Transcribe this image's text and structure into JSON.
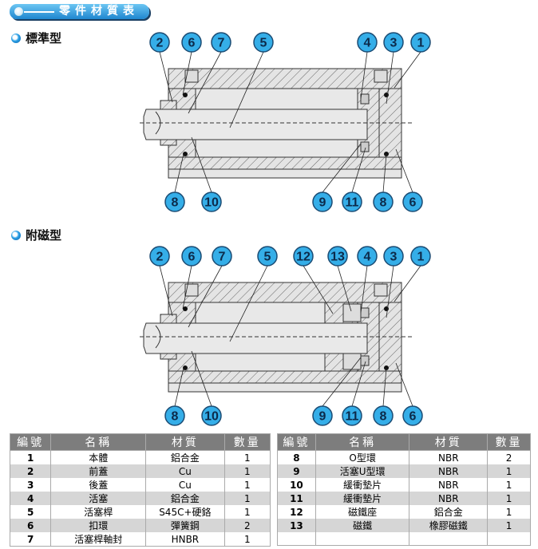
{
  "title": "零件材質表",
  "sections": [
    {
      "label": "標準型",
      "callouts_top": [
        "2",
        "6",
        "7",
        "5",
        "4",
        "3",
        "1"
      ],
      "callouts_bottom": [
        "8",
        "10",
        "9",
        "11",
        "8",
        "6"
      ]
    },
    {
      "label": "附磁型",
      "callouts_top": [
        "2",
        "6",
        "7",
        "5",
        "12",
        "13",
        "4",
        "3",
        "1"
      ],
      "callouts_bottom": [
        "8",
        "10",
        "9",
        "11",
        "8",
        "6"
      ]
    }
  ],
  "table": {
    "headers": [
      "編號",
      "名稱",
      "材質",
      "數量"
    ],
    "left": [
      [
        "1",
        "本體",
        "鋁合金",
        "1"
      ],
      [
        "2",
        "前蓋",
        "Cu",
        "1"
      ],
      [
        "3",
        "後蓋",
        "Cu",
        "1"
      ],
      [
        "4",
        "活塞",
        "鋁合金",
        "1"
      ],
      [
        "5",
        "活塞桿",
        "S45C+硬鉻",
        "1"
      ],
      [
        "6",
        "扣環",
        "彈簧鋼",
        "2"
      ],
      [
        "7",
        "活塞桿軸封",
        "HNBR",
        "1"
      ]
    ],
    "right": [
      [
        "8",
        "O型環",
        "NBR",
        "2"
      ],
      [
        "9",
        "活塞U型環",
        "NBR",
        "1"
      ],
      [
        "10",
        "緩衝墊片",
        "NBR",
        "1"
      ],
      [
        "11",
        "緩衝墊片",
        "NBR",
        "1"
      ],
      [
        "12",
        "磁鐵座",
        "鋁合金",
        "1"
      ],
      [
        "13",
        "磁鐵",
        "橡膠磁鐵",
        "1"
      ],
      [
        "",
        "",
        "",
        ""
      ]
    ]
  },
  "colors": {
    "bubble": "#35aee8",
    "bubble_text": "#0c2a4a",
    "header_bg": "#7d7d7d",
    "row_alt": "#d6d6d6"
  }
}
